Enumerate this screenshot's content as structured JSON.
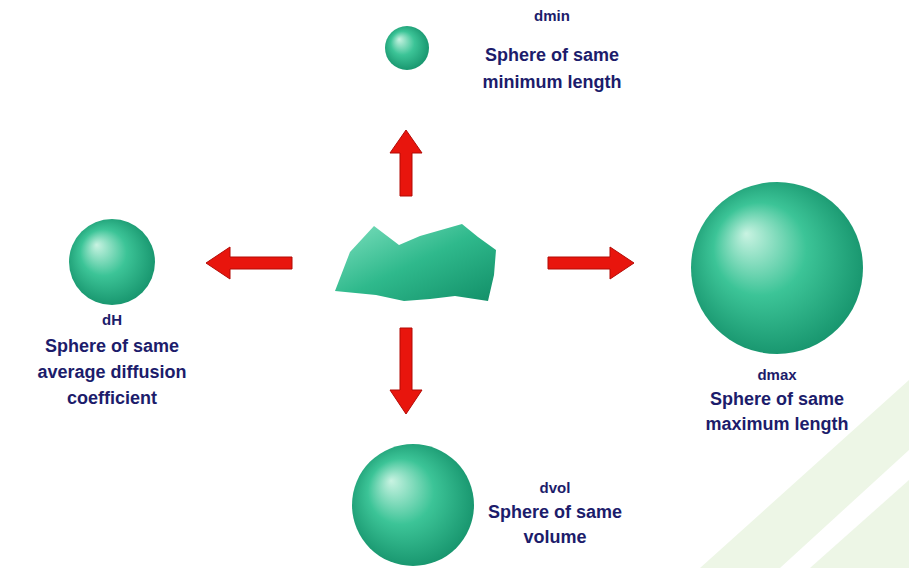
{
  "diagram": {
    "nodes": [
      {
        "text": [
          "dmin",
          "Sphere of same minimum length"
        ]
      },
      {
        "text": [
          "dH",
          "Sphere of same average diffusion coefficient"
        ]
      },
      {
        "text": [
          "dmax",
          "Sphere of same maximum length"
        ]
      },
      {
        "text": [
          "dvol",
          "Sphere of same volume"
        ]
      }
    ]
  }
}
